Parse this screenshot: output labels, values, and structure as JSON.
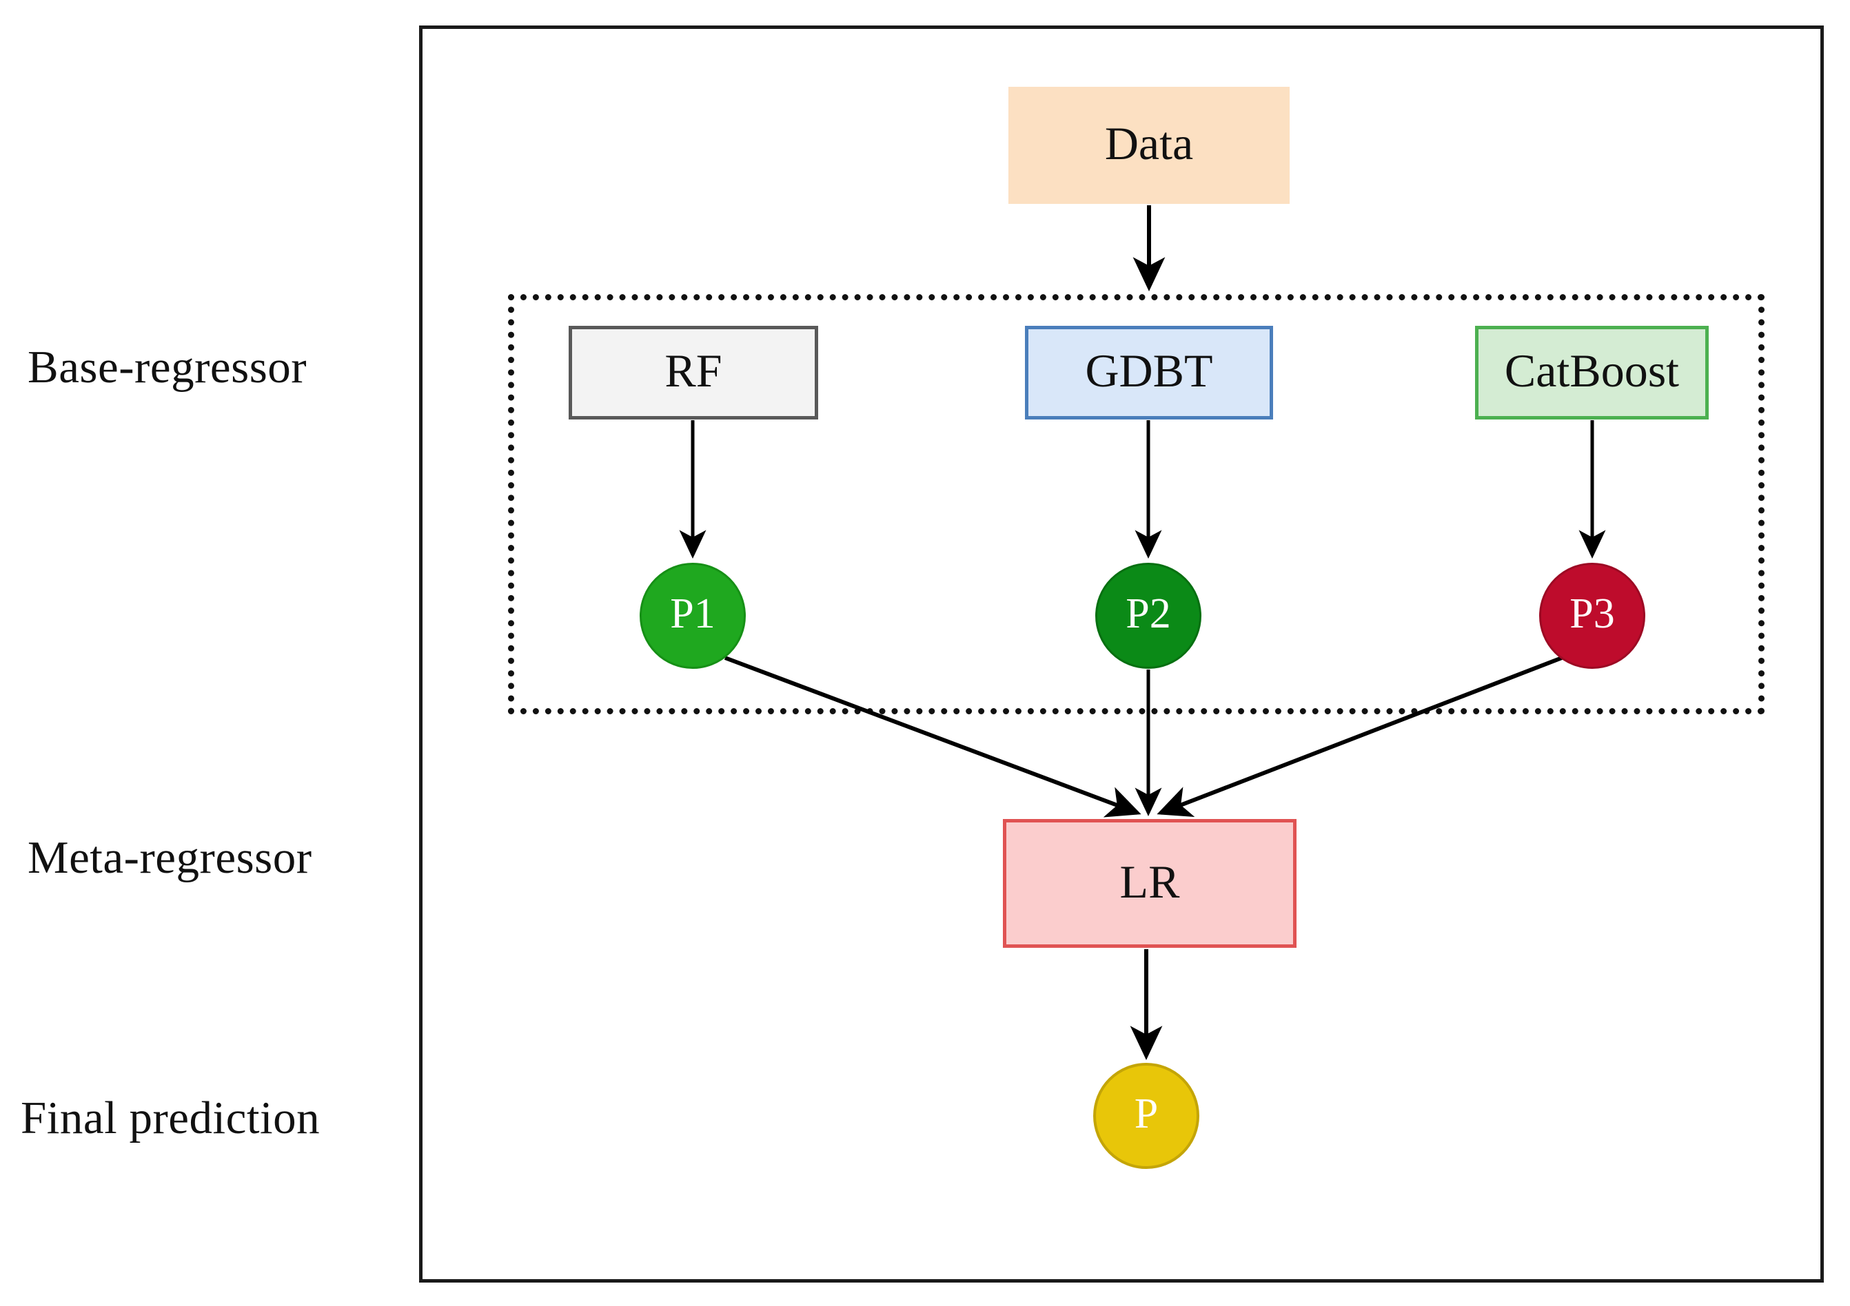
{
  "diagram": {
    "title_present": false,
    "row_labels": [
      {
        "id": "base-regressor",
        "text": "Base-regressor"
      },
      {
        "id": "meta-regressor",
        "text": "Meta-regressor"
      },
      {
        "id": "final-prediction",
        "text": "Final prediction"
      }
    ],
    "nodes": {
      "data": {
        "label": "Data",
        "shape": "rect",
        "fill": "#fce0c2",
        "stroke": "#eda51e"
      },
      "rf": {
        "label": "RF",
        "shape": "rect",
        "fill": "#f3f3f3",
        "stroke": "#595959"
      },
      "gdbt": {
        "label": "GDBT",
        "shape": "rect",
        "fill": "#d9e7f9",
        "stroke": "#4a7ebb"
      },
      "catboost": {
        "label": "CatBoost",
        "shape": "rect",
        "fill": "#d4ecd3",
        "stroke": "#4cb050"
      },
      "p1": {
        "label": "P1",
        "shape": "circle",
        "fill": "#1fa81f",
        "stroke": "#169016",
        "text_color": "#ffffff"
      },
      "p2": {
        "label": "P2",
        "shape": "circle",
        "fill": "#0b8a17",
        "stroke": "#077011",
        "text_color": "#ffffff"
      },
      "p3": {
        "label": "P3",
        "shape": "circle",
        "fill": "#be0c2c",
        "stroke": "#9d0a24",
        "text_color": "#ffffff"
      },
      "lr": {
        "label": "LR",
        "shape": "rect",
        "fill": "#fbcdcd",
        "stroke": "#e05353"
      },
      "p": {
        "label": "P",
        "shape": "circle",
        "fill": "#e8c609",
        "stroke": "#c4a506",
        "text_color": "#ffffff"
      }
    },
    "edges": [
      {
        "from": "data",
        "to": "base-regressor-group",
        "style": "solid-arrow"
      },
      {
        "from": "rf",
        "to": "p1",
        "style": "solid-arrow"
      },
      {
        "from": "gdbt",
        "to": "p2",
        "style": "solid-arrow"
      },
      {
        "from": "catboost",
        "to": "p3",
        "style": "solid-arrow"
      },
      {
        "from": "p1",
        "to": "lr",
        "style": "solid-arrow"
      },
      {
        "from": "p2",
        "to": "lr",
        "style": "solid-arrow"
      },
      {
        "from": "p3",
        "to": "lr",
        "style": "solid-arrow"
      },
      {
        "from": "lr",
        "to": "p",
        "style": "solid-arrow"
      }
    ],
    "group_box": {
      "id": "base-regressor-group",
      "border_style": "dotted",
      "border_color": "#111111"
    },
    "outer_frame": {
      "border_color": "#1a1a1a"
    },
    "line_color": "#000000",
    "background": "#ffffff"
  }
}
